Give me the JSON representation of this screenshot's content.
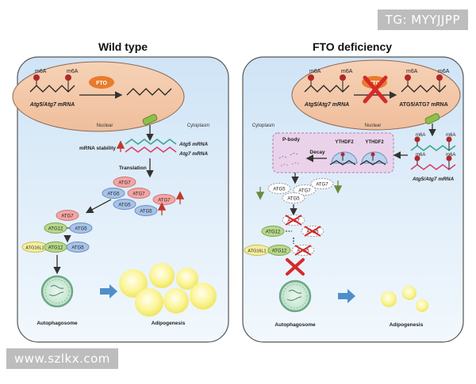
{
  "watermarks": {
    "top": "TG: MYYJJPP",
    "bottom": "www.szlkx.com"
  },
  "panels": {
    "wild_type": {
      "title": "Wild type",
      "nucleus_label": "Nuclear",
      "cytoplasm_label": "Cytoplasm",
      "m6a": "m6A",
      "mrna_label": "Atg5/Atg7 mRNA",
      "fto": "FTO",
      "mrna_stability": "mRNA stability",
      "atg5_mrna": "Atg5 mRNA",
      "atg7_mrna": "Atg7 mRNA",
      "translation": "Translation",
      "atg7": "ATG7",
      "atg5": "ATG5",
      "atg12": "ATG12",
      "atg16l1": "ATG16L1",
      "autophagosome": "Autophagosome",
      "adipogenesis": "Adipogenesis"
    },
    "fto_deficiency": {
      "title": "FTO deficiency",
      "nucleus_label": "Nuclear",
      "cytoplasm_label": "Cytoplasm",
      "m6a": "m6A",
      "mrna_label_left": "Atg5/Atg7 mRNA",
      "mrna_label_right": "ATG5/ATG7 mRNA",
      "fto": "FTO",
      "pbody": "P-body",
      "ythdf2": "YTHDF2",
      "decay": "Decay",
      "mrna_label_cyto": "Atg5/Atg7 mRNA",
      "atg5": "ATG5",
      "atg7": "ATG7",
      "atg12": "ATG12",
      "atg16l1": "ATG16L1",
      "autophagosome": "Autophagosome",
      "adipogenesis": "Adipogenesis"
    }
  }
}
